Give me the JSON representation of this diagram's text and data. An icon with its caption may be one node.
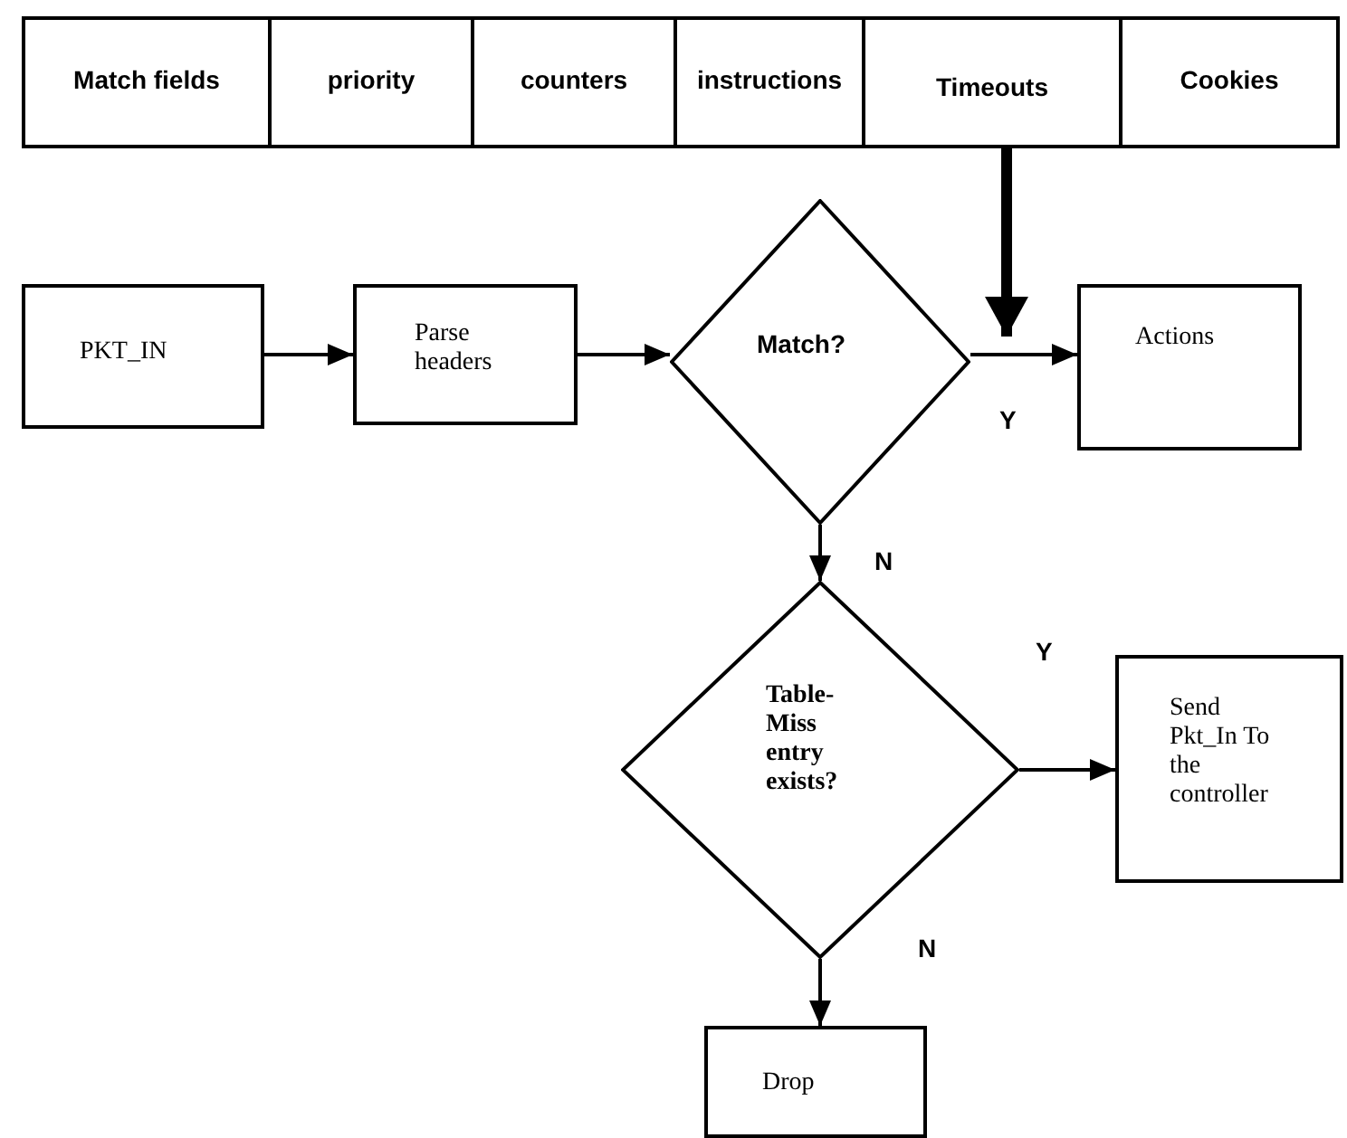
{
  "diagram": {
    "nodes": [
      {
        "text": [
          "Match fields"
        ]
      },
      {
        "text": [
          "priority"
        ]
      },
      {
        "text": [
          "counters"
        ]
      },
      {
        "text": [
          "instructions"
        ]
      },
      {
        "text": [
          "Timeouts"
        ]
      },
      {
        "text": [
          "Cookies"
        ]
      },
      {
        "text": [
          "PKT_IN"
        ]
      },
      {
        "text": [
          "Parse headers"
        ]
      },
      {
        "text": [
          "Match?"
        ]
      },
      {
        "text": [
          "Actions"
        ]
      },
      {
        "text": [
          "Table-Miss entry exists?"
        ]
      },
      {
        "text": [
          "Send Pkt_In To the controller"
        ]
      },
      {
        "text": [
          "Drop"
        ]
      }
    ],
    "edges": [
      {
        "from": 6,
        "to": 7,
        "arrow": "to"
      },
      {
        "from": 7,
        "to": 8,
        "arrow": "to"
      },
      {
        "from": 8,
        "to": 9,
        "arrow": "to",
        "label": "Y"
      },
      {
        "from": 8,
        "to": 10,
        "arrow": "to",
        "label": "N"
      },
      {
        "from": 10,
        "to": 11,
        "arrow": "to",
        "label": "Y"
      },
      {
        "from": 10,
        "to": 12,
        "arrow": "to",
        "label": "N"
      },
      {
        "from": 4,
        "to": 8,
        "arrow": "to",
        "style": "thick"
      }
    ]
  }
}
